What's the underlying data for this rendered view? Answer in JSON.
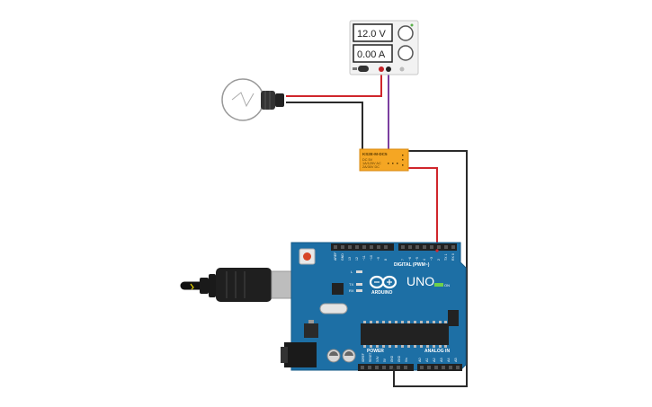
{
  "power_supply": {
    "voltage_display": "12.0 V",
    "current_display": "0.00 A"
  },
  "relay": {
    "model": "KS2E-M-DC5",
    "line1": "DC 5V",
    "line2": "1A/125V AC",
    "line3": "2A/30V DC"
  },
  "arduino": {
    "brand": "ARDUINO",
    "model": "UNO",
    "digital_label": "DIGITAL (PWM~)",
    "power_label": "POWER",
    "analog_label": "ANALOG IN",
    "on_label": "ON",
    "l_label": "L",
    "tx_label": "TX",
    "rx_label": "RX",
    "digital_top_pins": [
      "AREF",
      "GND",
      "13",
      "12",
      "~11",
      "~10",
      "~9",
      "8"
    ],
    "digital_right_pins": [
      "7",
      "~6",
      "~5",
      "4",
      "~3",
      "2",
      "TX 1",
      "RX 0"
    ],
    "power_pins": [
      "IOREF",
      "RESET",
      "3.3V",
      "5V",
      "GND",
      "GND",
      "Vin"
    ],
    "analog_pins": [
      "A0",
      "A1",
      "A2",
      "A3",
      "A4",
      "A5"
    ]
  },
  "colors": {
    "wire_red": "#d0262c",
    "wire_black": "#2a2a2a",
    "wire_purple": "#7b3fa0",
    "board_blue": "#1d6fa5",
    "relay_orange": "#f5a623"
  }
}
